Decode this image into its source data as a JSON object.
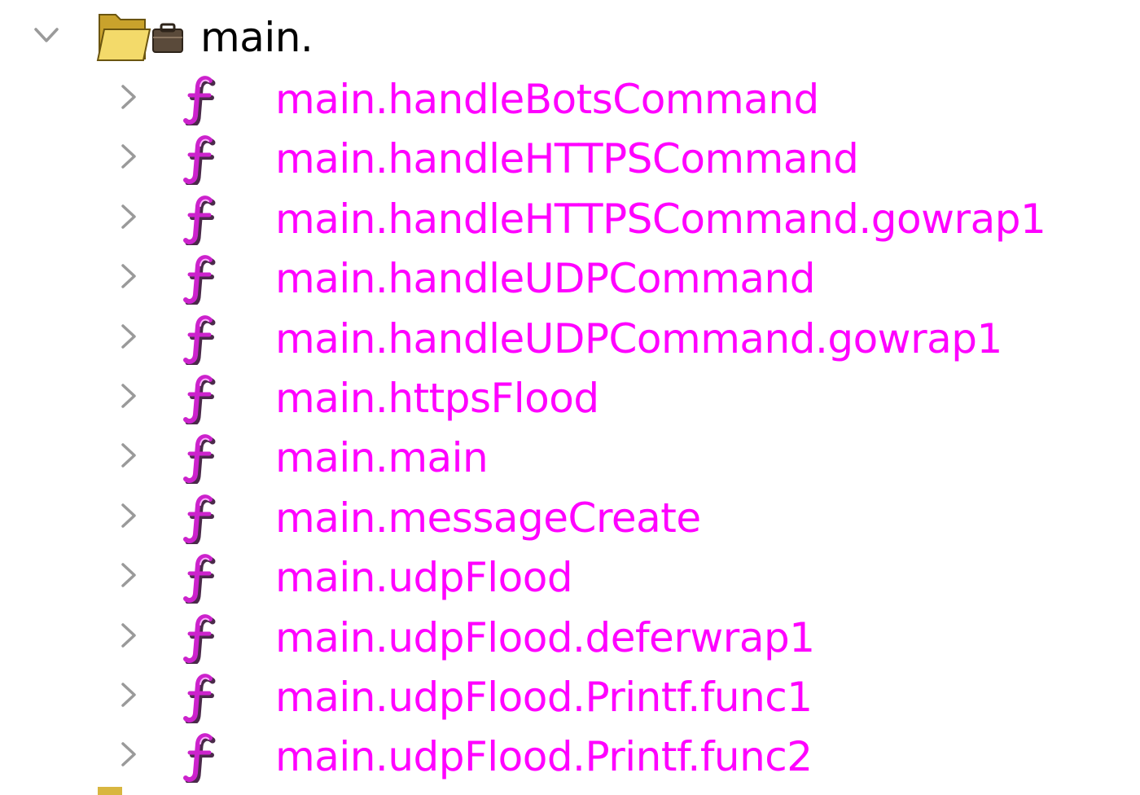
{
  "tree": {
    "root": {
      "label": "main.",
      "icon": "folder-icon",
      "expanded": true
    },
    "children": [
      {
        "label": "main.handleBotsCommand",
        "icon": "function-icon"
      },
      {
        "label": "main.handleHTTPSCommand",
        "icon": "function-icon"
      },
      {
        "label": "main.handleHTTPSCommand.gowrap1",
        "icon": "function-icon"
      },
      {
        "label": "main.handleUDPCommand",
        "icon": "function-icon"
      },
      {
        "label": "main.handleUDPCommand.gowrap1",
        "icon": "function-icon"
      },
      {
        "label": "main.httpsFlood",
        "icon": "function-icon"
      },
      {
        "label": "main.main",
        "icon": "function-icon"
      },
      {
        "label": "main.messageCreate",
        "icon": "function-icon"
      },
      {
        "label": "main.udpFlood",
        "icon": "function-icon"
      },
      {
        "label": "main.udpFlood.deferwrap1",
        "icon": "function-icon"
      },
      {
        "label": "main.udpFlood.Printf.func1",
        "icon": "function-icon"
      },
      {
        "label": "main.udpFlood.Printf.func2",
        "icon": "function-icon"
      }
    ],
    "colors": {
      "function_label": "#ff00ff",
      "root_label": "#000000",
      "chevron": "#9a9a9a",
      "folder": "#e8c84a"
    }
  }
}
